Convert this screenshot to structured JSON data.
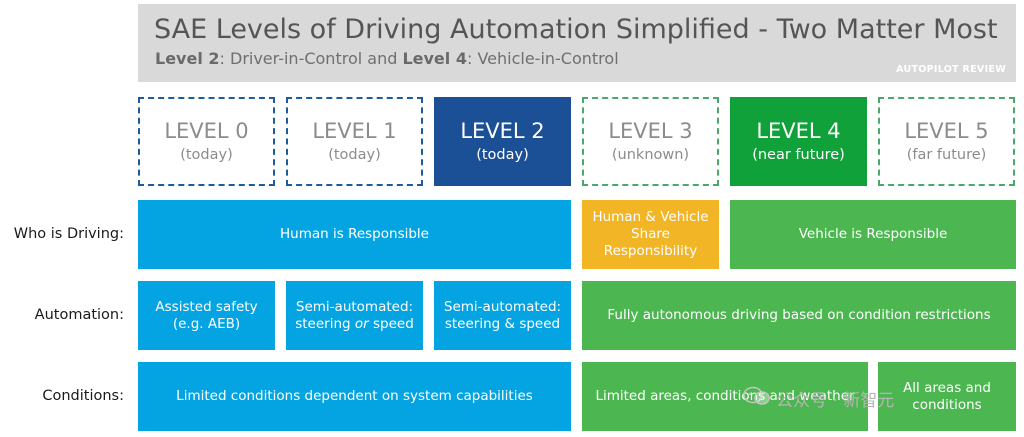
{
  "header": {
    "title": "SAE Levels of Driving Automation Simplified - Two Matter Most",
    "sub_level2": "Level 2",
    "sub_level2_rest": ": Driver-in-Control and ",
    "sub_level4": "Level 4",
    "sub_level4_rest": ": Vehicle-in-Control",
    "brand": "AUTOPILOT REVIEW"
  },
  "levels": [
    {
      "name": "LEVEL 0",
      "when": "(today)"
    },
    {
      "name": "LEVEL 1",
      "when": "(today)"
    },
    {
      "name": "LEVEL 2",
      "when": "(today)"
    },
    {
      "name": "LEVEL 3",
      "when": "(unknown)"
    },
    {
      "name": "LEVEL 4",
      "when": "(near future)"
    },
    {
      "name": "LEVEL 5",
      "when": "(far future)"
    }
  ],
  "rows": {
    "who": {
      "label": "Who is Driving:",
      "human": "Human is Responsible",
      "shared": "Human & Vehicle Share Responsibility",
      "vehicle": "Vehicle is Responsible"
    },
    "automation": {
      "label": "Automation:",
      "l0": "Assisted safety (e.g. AEB)",
      "l1_a": "Semi-automated: steering ",
      "l1_or": "or",
      "l1_b": " speed",
      "l2": "Semi-automated: steering & speed",
      "l3_5": "Fully autonomous driving based on condition restrictions"
    },
    "conditions": {
      "label": "Conditions:",
      "l0_2": "Limited conditions dependent on system capabilities",
      "l3_4": "Limited areas, conditions and weather",
      "l5": "All areas and conditions"
    }
  },
  "watermark": "公众号 · 新智元",
  "colors": {
    "banner": "#d9d9d9",
    "dark_blue": "#1b4f96",
    "dark_green": "#10a13b",
    "cyan": "#04a4e2",
    "yellow": "#f1b526",
    "green": "#4cb750"
  }
}
